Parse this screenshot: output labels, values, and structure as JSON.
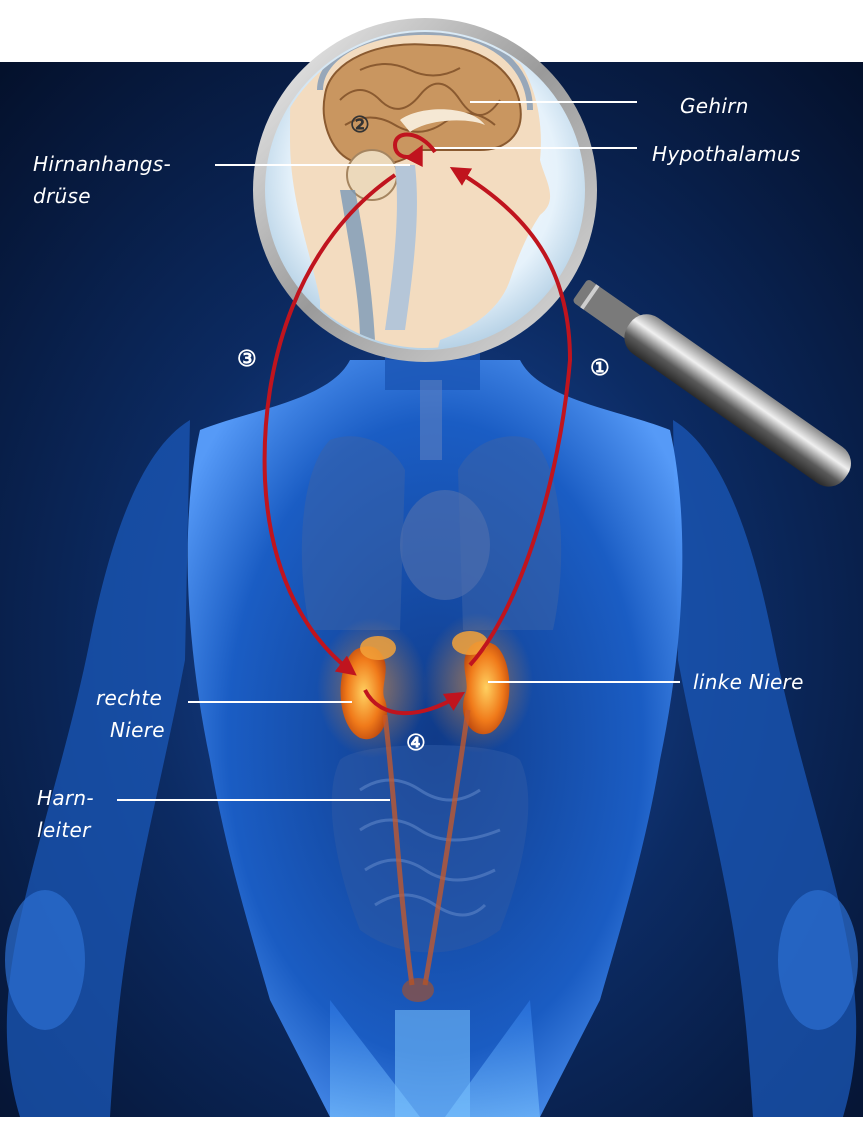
{
  "labels": {
    "gehirn": "Gehirn",
    "hypothalamus": "Hypothalamus",
    "hirnanhangsdruese_1": "Hirnanhangs-",
    "hirnanhangsdruese_2": "drüse",
    "rechte_niere_1": "rechte",
    "rechte_niere_2": "Niere",
    "linke_niere": "linke Niere",
    "harnleiter_1": "Harn-",
    "harnleiter_2": "leiter"
  },
  "steps": {
    "one": "①",
    "two": "②",
    "three": "③",
    "four": "④"
  },
  "colors": {
    "background_top": "#ffffff",
    "body_glow": "#3d7fe0",
    "body_dark": "#061a3e",
    "arrow_red": "#c0141e",
    "kidney_orange": "#f07a1a",
    "brain_tan": "#c99660",
    "skin": "#f3dcc0",
    "label_text": "#ffffff"
  },
  "icons": {
    "magnifier": "magnifying-glass-icon"
  }
}
